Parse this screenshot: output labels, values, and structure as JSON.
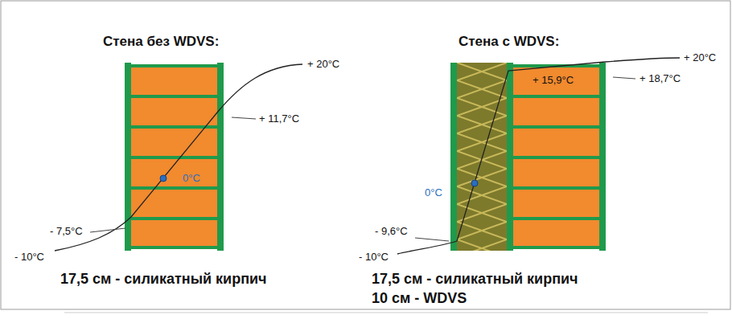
{
  "diagram": {
    "labels": [
      "Стена без WDVS:",
      "+ 20°C",
      "+ 11,7°C",
      "0°C",
      "- 7,5°C",
      "- 10°C",
      "17,5 см - силикатный кирпич",
      "Стена с WDVS:",
      "+ 15,9°C",
      "+ 20°C",
      "+ 18,7°C",
      "0°C",
      "- 9,6°C",
      "- 10°C",
      "17,5 см - силикатный кирпич",
      "10 см - WDVS"
    ]
  }
}
